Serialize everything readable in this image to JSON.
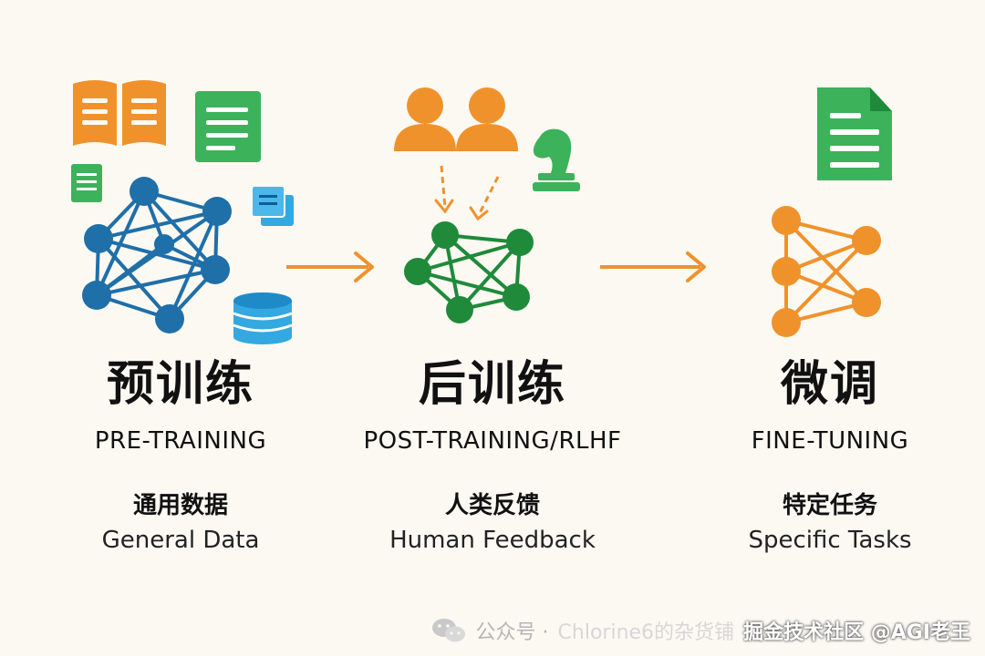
{
  "stages": [
    {
      "zh_title": "预训练",
      "en_title": "PRE-TRAINING",
      "zh_subtitle": "通用数据",
      "en_subtitle": "General Data",
      "accent": "#1f6fa8"
    },
    {
      "zh_title": "后训练",
      "en_title": "POST-TRAINING/RLHF",
      "zh_subtitle": "人类反馈",
      "en_subtitle": "Human Feedback",
      "accent": "#1f8a3a"
    },
    {
      "zh_title": "微调",
      "en_title": "FINE-TUNING",
      "zh_subtitle": "特定任务",
      "en_subtitle": "Specific Tasks",
      "accent": "#f0922b"
    }
  ],
  "watermark": {
    "prefix": "公众号 · ",
    "account": "Chlorine6的杂货铺",
    "community": "掘金技术社区 @AGI老王"
  },
  "colors": {
    "background": "#fcf9f3",
    "orange": "#f0922b",
    "green": "#3cb25a",
    "blue": "#1f6fa8",
    "light_blue": "#34a8e0"
  }
}
